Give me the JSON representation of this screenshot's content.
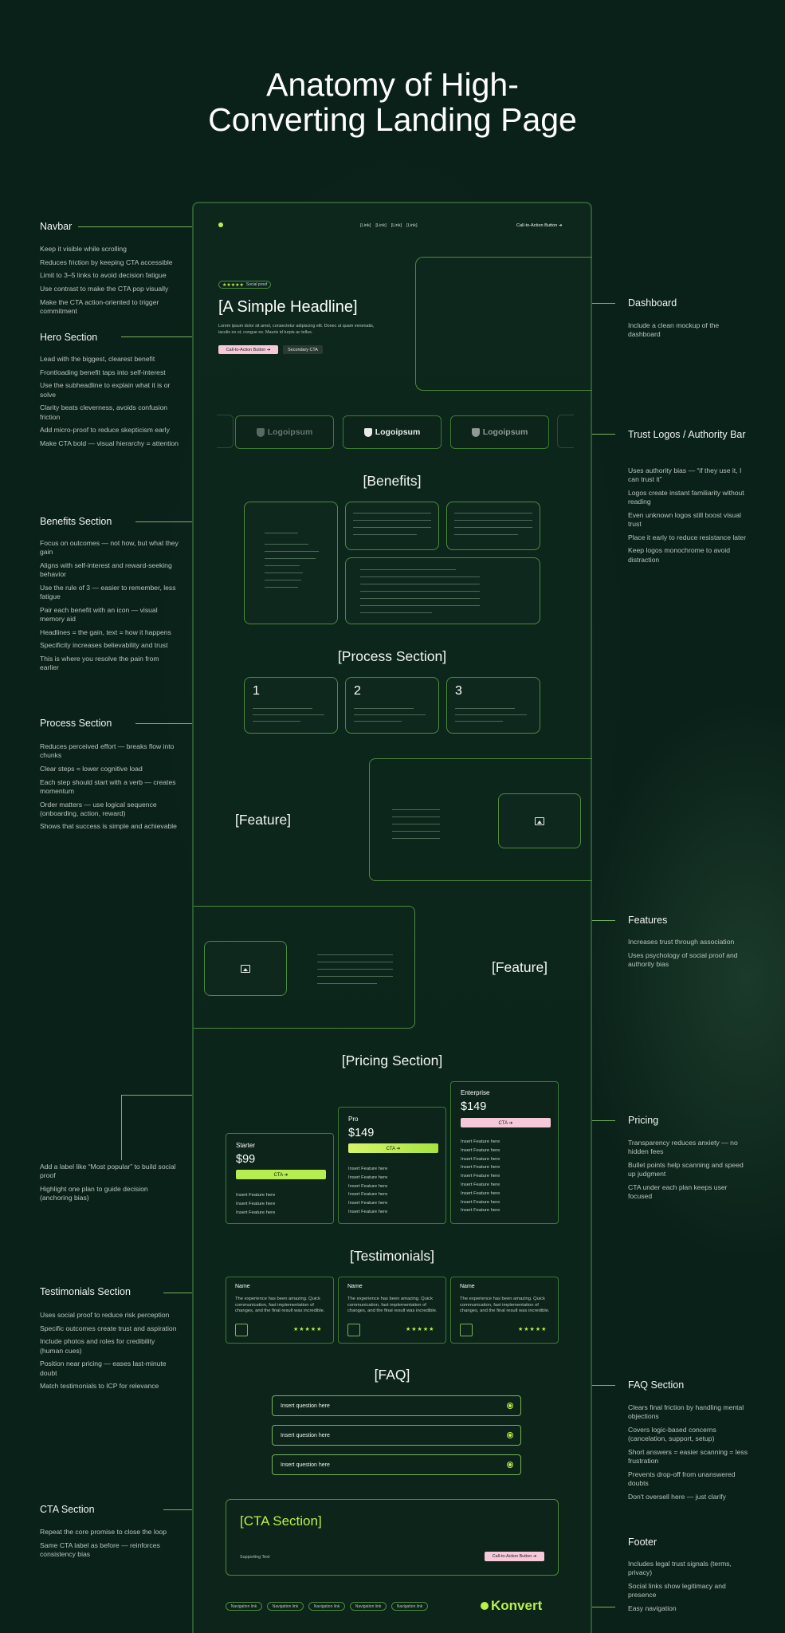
{
  "title": "Anatomy of High-\nConverting Landing Page",
  "annotations": {
    "navbar": {
      "title": "Navbar",
      "notes": [
        "Keep it visible while scrolling",
        "Reduces friction by keeping CTA accessible",
        "Limit to 3–5 links to avoid decision fatigue",
        "Use contrast to make the CTA pop visually",
        "Make the CTA action-oriented to trigger commitment"
      ]
    },
    "hero": {
      "title": "Hero Section",
      "notes": [
        "Lead with the biggest, clearest benefit",
        "Frontloading benefit taps into self-interest",
        "Use the subheadline to explain what it is or solve",
        "Clarity beats cleverness, avoids confusion friction",
        "Add micro-proof to reduce skepticism early",
        "Make CTA bold — visual hierarchy = attention"
      ]
    },
    "benefits": {
      "title": "Benefits Section",
      "notes": [
        "Focus on outcomes — not how, but what they gain",
        "Aligns with self-interest and reward-seeking behavior",
        "Use the rule of 3 — easier to remember, less fatigue",
        "Pair each benefit with an icon — visual memory aid",
        "Headlines = the gain, text = how it happens",
        "Specificity increases believability and trust",
        "This is where you resolve the pain from earlier"
      ]
    },
    "process": {
      "title": "Process Section",
      "notes": [
        "Reduces perceived effort — breaks flow into chunks",
        "Clear steps = lower cognitive load",
        "Each step should start with a verb — creates momentum",
        "Order matters — use logical sequence (onboarding, action, reward)",
        "Shows that success is simple and achievable"
      ]
    },
    "pricing_left": {
      "notes": [
        "Add a label like “Most popular” to build social proof",
        "Highlight one plan to guide decision (anchoring bias)"
      ]
    },
    "testimonials": {
      "title": "Testimonials Section",
      "notes": [
        "Uses social proof to reduce risk perception",
        "Specific outcomes create trust and aspiration",
        "Include photos and roles for credibility (human cues)",
        "Position near pricing — eases last-minute doubt",
        "Match testimonials to ICP for relevance"
      ]
    },
    "cta": {
      "title": "CTA Section",
      "notes": [
        "Repeat the core promise to close the loop",
        "Same CTA label as before — reinforces consistency bias"
      ]
    },
    "dashboard": {
      "title": "Dashboard",
      "notes": [
        "Include a clean mockup of the dashboard"
      ]
    },
    "trust": {
      "title": "Trust Logos / Authority Bar",
      "notes": [
        "Uses authority bias — “if they use it, I can trust it”",
        "Logos create instant familiarity without reading",
        "Even unknown logos still boost visual trust",
        "Place it early to reduce resistance later",
        "Keep logos monochrome to avoid distraction"
      ]
    },
    "features": {
      "title": "Features",
      "notes": [
        "Increases trust through association",
        "Uses psychology of social proof and authority bias"
      ]
    },
    "pricing": {
      "title": "Pricing",
      "notes": [
        "Transparency reduces anxiety — no hidden fees",
        "Bullet points help scanning and speed up judgment",
        "CTA under each plan keeps user focused"
      ]
    },
    "faq": {
      "title": "FAQ Section",
      "notes": [
        "Clears final friction by handling mental objections",
        "Covers logic-based concerns (cancelation, support, setup)",
        "Short answers = easier scanning = less frustration",
        "Prevents drop-off from unanswered doubts",
        "Don't oversell here — just clarify"
      ]
    },
    "footer": {
      "title": "Footer",
      "notes": [
        "Includes legal trust signals (terms, privacy)",
        "Social links show legitimacy and presence",
        "Easy navigation"
      ]
    }
  },
  "mockup": {
    "nav_links": [
      "[Link]",
      "[Link]",
      "[Link]",
      "[Link]"
    ],
    "nav_cta": "Call-to-Action Button ➔",
    "social_proof": "Social proof",
    "stars": "★★★★★",
    "headline": "[A Simple Headline]",
    "lorem": "Lorem ipsum dolor sit amet, consectetur adipiscing elit. Donec ut quam venenatis, iaculis ex ut, congue ex. Mauris id turpis ac tellus.",
    "cta_button": "Call-to-Action Button ➔",
    "secondary_cta": "Secondary CTA",
    "logos": [
      "Logoipsum",
      "Logoipsum",
      "Logoipsum"
    ],
    "benefits_heading": "[Benefits]",
    "process_heading": "[Process Section]",
    "steps": [
      "1",
      "2",
      "3"
    ],
    "feature_label_1": "[Feature]",
    "feature_label_2": "[Feature]",
    "pricing_heading": "[Pricing Section]",
    "plans": [
      {
        "name": "Starter",
        "price": "$99",
        "cta": "CTA ➔",
        "features": [
          "Insert Feature here",
          "Insert Feature here",
          "Insert Feature here"
        ]
      },
      {
        "name": "Pro",
        "price": "$149",
        "cta": "CTA ➔",
        "features": [
          "Insert Feature here",
          "Insert Feature here",
          "Insert Feature here",
          "Insert Feature here",
          "Insert Feature here",
          "Insert Feature here"
        ]
      },
      {
        "name": "Enterprise",
        "price": "$149",
        "cta": "CTA ➔",
        "features": [
          "Insert Feature here",
          "Insert Feature here",
          "Insert Feature here",
          "Insert Feature here",
          "Insert Feature here",
          "Insert Feature here",
          "Insert Feature here",
          "Insert Feature here",
          "Insert Feature here"
        ]
      }
    ],
    "testimonials_heading": "[Testimonials]",
    "testimonials": [
      {
        "name": "Name",
        "quote": "The experience has been amazing. Quick communication, fast implementation of changes, and the final result was incredible.",
        "stars": "★★★★★"
      },
      {
        "name": "Name",
        "quote": "The experience has been amazing. Quick communication, fast implementation of changes, and the final result was incredible.",
        "stars": "★★★★★"
      },
      {
        "name": "Name",
        "quote": "The experience has been amazing. Quick communication, fast implementation of changes, and the final result was incredible.",
        "stars": "★★★★★"
      }
    ],
    "faq_heading": "[FAQ]",
    "faq_items": [
      "Insert question here",
      "Insert question here",
      "Insert question here"
    ],
    "cta_heading": "[CTA Section]",
    "supporting_text": "Supporting Text",
    "footer_links": [
      "Navigation link",
      "Navigation link",
      "Navigation link",
      "Navigation link",
      "Navigation link"
    ],
    "brand": "Konvert"
  },
  "colors": {
    "accent": "#b9f04a",
    "pink_cta": "#f6c9da",
    "background": "#0a2119",
    "border": "#4e8a3c"
  }
}
